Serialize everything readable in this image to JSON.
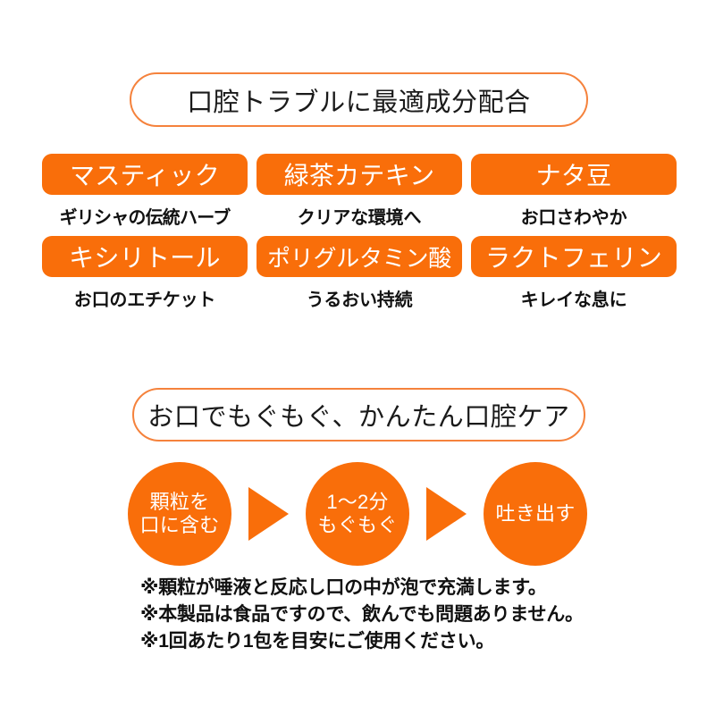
{
  "sections": {
    "ingredients": {
      "heading": "口腔トラブルに最適成分配合",
      "items": [
        {
          "name": "マスティック",
          "caption": "ギリシャの伝統ハーブ"
        },
        {
          "name": "緑茶カテキン",
          "caption": "クリアな環境へ"
        },
        {
          "name": "ナタ豆",
          "caption": "お口さわやか"
        },
        {
          "name": "キシリトール",
          "caption": "お口のエチケット"
        },
        {
          "name": "ポリグルタミン酸",
          "caption": "うるおい持続"
        },
        {
          "name": "ラクトフェリン",
          "caption": "キレイな息に"
        }
      ]
    },
    "howto": {
      "heading": "お口でもぐもぐ、かんたん口腔ケア",
      "steps": [
        {
          "line1": "顆粒を",
          "line2": "口に含む"
        },
        {
          "line1": "1〜2分",
          "line2": "もぐもぐ"
        },
        {
          "line1": "吐き出す",
          "line2": ""
        }
      ],
      "arrow_icon": "triangle-right-icon",
      "notes": [
        "※顆粒が唾液と反応し口の中が泡で充満します。",
        "※本製品は食品ですので、飲んでも問題ありません。",
        "※1回あたり1包を目安にご使用ください。"
      ]
    }
  },
  "colors": {
    "orange_fill": "#f96e0a",
    "orange_outline": "#f5823c",
    "text_dark": "#111111",
    "background": "#ffffff"
  }
}
